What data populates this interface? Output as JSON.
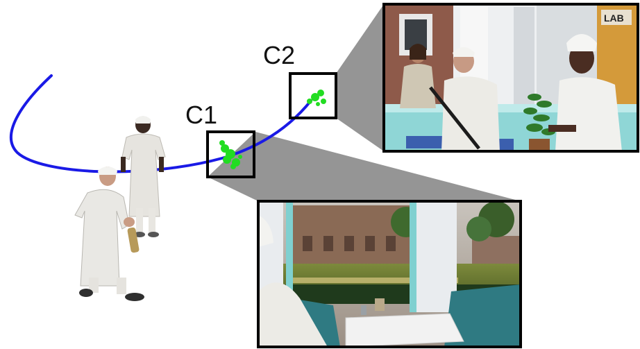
{
  "cameras": [
    {
      "id": "C1",
      "label": "C1"
    },
    {
      "id": "C2",
      "label": "C2"
    }
  ],
  "views": {
    "c2": {
      "sign_text": "LAB"
    }
  },
  "colors": {
    "trajectory": "#1a1ae6",
    "camera_marker": "#22dd22",
    "frame_border": "#000000",
    "frustum": "#8a8a8a"
  }
}
